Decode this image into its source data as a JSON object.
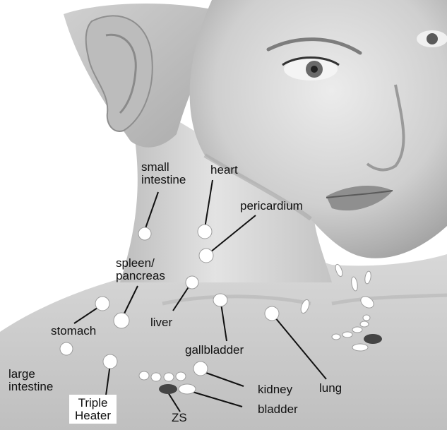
{
  "labels": {
    "small_intestine": "small\nintestine",
    "heart": "heart",
    "pericardium": "pericardium",
    "spleen_pancreas": "spleen/\npancreas",
    "liver": "liver",
    "stomach": "stomach",
    "gallbladder": "gallbladder",
    "lung": "lung",
    "large_intestine": "large\nintestine",
    "triple_heater": "Triple\nHeater",
    "kidney": "kidney",
    "bladder": "bladder",
    "zs": "ZS"
  },
  "colors": {
    "skin_light": "#e6e6e6",
    "skin_mid": "#c9c9c9",
    "skin_dark": "#8a8a8a",
    "point_fill": "#ffffff",
    "zs_point": "#444444",
    "leader_line": "#111111"
  }
}
